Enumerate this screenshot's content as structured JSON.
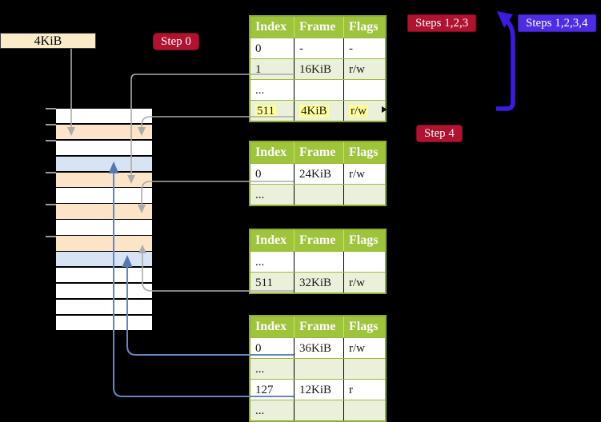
{
  "labels": {
    "page_box": "4KiB"
  },
  "badges": {
    "step0": "Step 0",
    "steps123": "Steps 1,2,3",
    "steps1234": "Steps 1,2,3,4",
    "step4": "Step 4"
  },
  "tables": [
    {
      "name": "page-table-top",
      "header": [
        "Index",
        "Frame",
        "Flags"
      ],
      "rows": [
        {
          "cells": [
            "0",
            "-",
            "-"
          ]
        },
        {
          "cells": [
            "1",
            "16KiB",
            "r/w"
          ]
        },
        {
          "cells": [
            "...",
            "",
            ""
          ]
        },
        {
          "cells": [
            "511",
            "4KiB",
            "r/w"
          ],
          "highlighted": true
        }
      ]
    },
    {
      "name": "page-table-second",
      "header": [
        "Index",
        "Frame",
        "Flags"
      ],
      "rows": [
        {
          "cells": [
            "0",
            "24KiB",
            "r/w"
          ]
        },
        {
          "cells": [
            "...",
            "",
            ""
          ]
        }
      ]
    },
    {
      "name": "page-table-third",
      "header": [
        "Index",
        "Frame",
        "Flags"
      ],
      "rows": [
        {
          "cells": [
            "...",
            "",
            ""
          ]
        },
        {
          "cells": [
            "511",
            "32KiB",
            "r/w"
          ]
        }
      ]
    },
    {
      "name": "page-table-fourth",
      "header": [
        "Index",
        "Frame",
        "Flags"
      ],
      "rows": [
        {
          "cells": [
            "0",
            "36KiB",
            "r/w"
          ]
        },
        {
          "cells": [
            "...",
            "",
            ""
          ]
        },
        {
          "cells": [
            "127",
            "12KiB",
            "r"
          ]
        },
        {
          "cells": [
            "...",
            "",
            ""
          ]
        }
      ]
    }
  ],
  "memory_stack": {
    "row_colors": [
      "white",
      "peach",
      "white",
      "blue",
      "peach",
      "white",
      "peach",
      "white",
      "peach",
      "blue",
      "white",
      "white",
      "white",
      "white"
    ]
  },
  "colors": {
    "background": "#000000",
    "table_header_green": "#9EC43B",
    "table_alt_row_green": "#EAF0D9",
    "table_border_olive": "#8FAB35",
    "highlight_yellow": "#FFFF99",
    "badge_red": "#B0122F",
    "badge_blue": "#4E2BE5",
    "arrow_indigo": "#3B1BE0",
    "arrow_steel_blue": "#5577B2",
    "arrow_gray": "#ABABAB",
    "box_wheat": "#FBECC9",
    "stack_peach": "#FCE4C8",
    "stack_blue": "#D8E4F3"
  }
}
